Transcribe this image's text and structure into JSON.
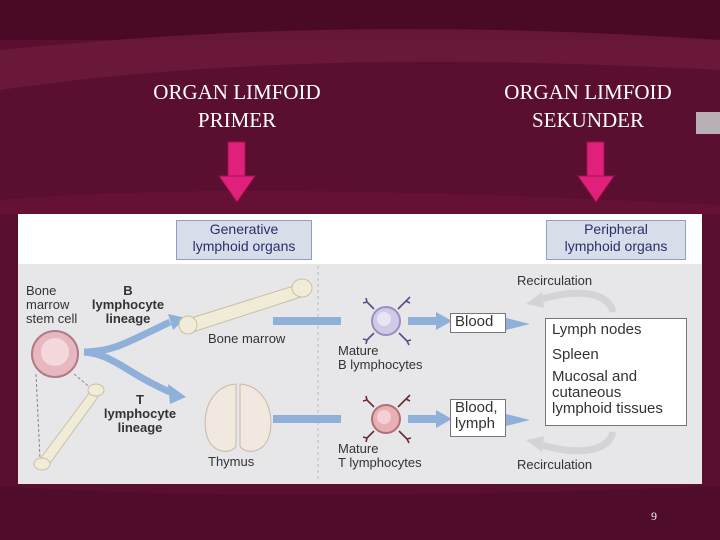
{
  "slide": {
    "title_left_line1": "ORGAN LIMFOID",
    "title_left_line2": "PRIMER",
    "title_right_line1": "ORGAN LIMFOID",
    "title_right_line2": "SEKUNDER",
    "page_number": "9"
  },
  "figure": {
    "header_left_line1": "Generative",
    "header_left_line2": "lymphoid organs",
    "header_right_line1": "Peripheral",
    "header_right_line2": "lymphoid organs",
    "stem_cell_line1": "Bone",
    "stem_cell_line2": "marrow",
    "stem_cell_line3": "stem cell",
    "b_lineage_line1": "B",
    "b_lineage_line2": "lymphocyte",
    "b_lineage_line3": "lineage",
    "t_lineage_line1": "T",
    "t_lineage_line2": "lymphocyte",
    "t_lineage_line3": "lineage",
    "bone_marrow": "Bone marrow",
    "thymus": "Thymus",
    "mature_b_line1": "Mature",
    "mature_b_line2": "B lymphocytes",
    "mature_t_line1": "Mature",
    "mature_t_line2": "T lymphocytes",
    "recirculation_top": "Recirculation",
    "recirculation_bottom": "Recirculation",
    "blood": "Blood",
    "blood_lymph_line1": "Blood,",
    "blood_lymph_line2": "lymph",
    "organ_1": "Lymph nodes",
    "organ_2": "Spleen",
    "organ_3_line1": "Mucosal and",
    "organ_3_line2": "cutaneous",
    "organ_3_line3": "lymphoid tissues"
  },
  "colors": {
    "background": "#5a0f30",
    "arrow_fill": "#e0207a",
    "header_fill": "#d7dde9",
    "flow_arrow": "#8fb0d8"
  }
}
